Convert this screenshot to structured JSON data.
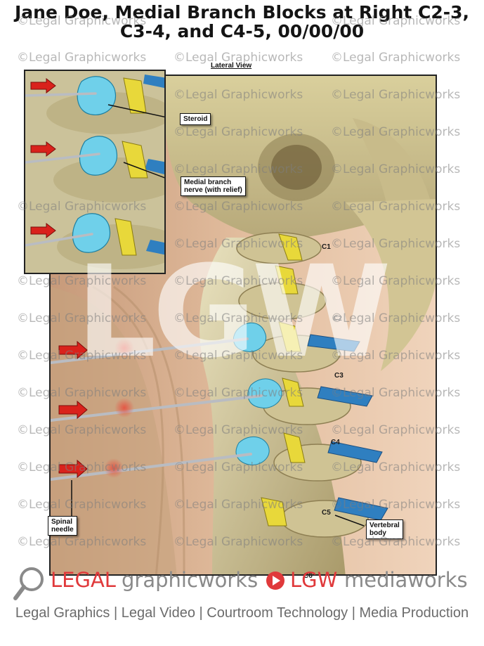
{
  "title": {
    "line1": "Jane Doe, Medial Branch Blocks at Right C2-3,",
    "line2": "C3-4, and C4-5, 00/00/00"
  },
  "view_label": "Lateral View",
  "callouts": {
    "steroid": "Steroid",
    "medial_branch": "Medial branch\nnerve (with relief)",
    "spinal_needle": "Spinal\nneedle",
    "vertebral_body": "Vertebral\nbody"
  },
  "levels": [
    "C1",
    "C2",
    "C3",
    "C4",
    "C5",
    "C6"
  ],
  "watermark": {
    "text": "©Legal Graphicworks",
    "big_text": "LGW"
  },
  "footer": {
    "logo1_part1": "LEGAL",
    "logo1_part2": "graphicworks",
    "logo2_part1": "LGW",
    "logo2_part2": "mediaworks",
    "tagline": "Legal Graphics | Legal Video | Courtroom Technology | Media Production"
  },
  "colors": {
    "steroid": "#6fd0ea",
    "nerve": "#e8d83a",
    "disc": "#2f7fc0",
    "arrow": "#d9221c",
    "brand_red": "#e0393b",
    "brand_gray": "#8a8a8a"
  }
}
